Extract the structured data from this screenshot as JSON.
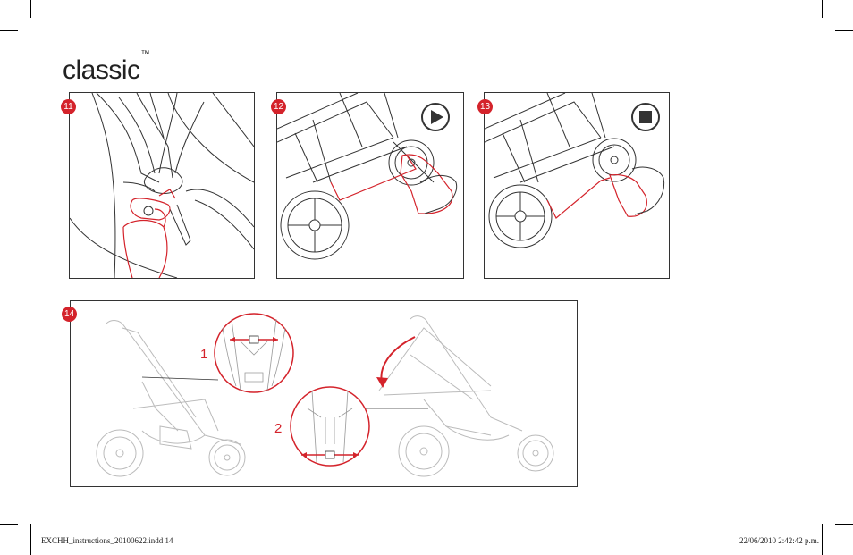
{
  "title": {
    "text": "classic",
    "mark": "™"
  },
  "steps": [
    {
      "number": "11"
    },
    {
      "number": "12",
      "icon": "play-icon"
    },
    {
      "number": "13",
      "icon": "stop-icon"
    },
    {
      "number": "14",
      "sub_labels": [
        "1",
        "2"
      ]
    }
  ],
  "footer": {
    "file": "EXCHH_instructions_20100622.indd   14",
    "timestamp": "22/06/2010   2:42:42 p.m."
  },
  "colors": {
    "accent": "#d4232b",
    "line": "#333333",
    "light_line": "#bbbbbb"
  }
}
